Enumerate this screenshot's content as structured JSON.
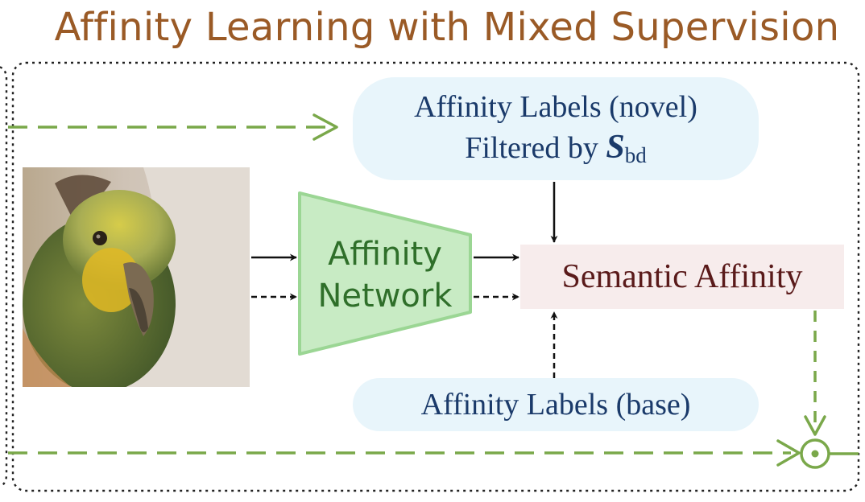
{
  "title": "Affinity Learning with Mixed Supervision",
  "labels_novel": {
    "line1": "Affinity Labels (novel)",
    "line2_prefix": "Filtered by ",
    "symbol": "S",
    "subscript": "bd"
  },
  "labels_base": "Affinity Labels (base)",
  "network": {
    "line1": "Affinity",
    "line2": "Network"
  },
  "semantic_affinity": "Semantic Affinity",
  "colors": {
    "title": "#9a5a26",
    "network_fill": "#c8ebc4",
    "network_stroke": "#9bd694",
    "green_dashed_arrow": "#7aa84a",
    "pill_fill": "#e8f5fb",
    "pill_text": "#1a3a6a",
    "semantic_box_fill": "#f7ecec",
    "semantic_text": "#5a1a1a",
    "frame_border": "#222222"
  }
}
